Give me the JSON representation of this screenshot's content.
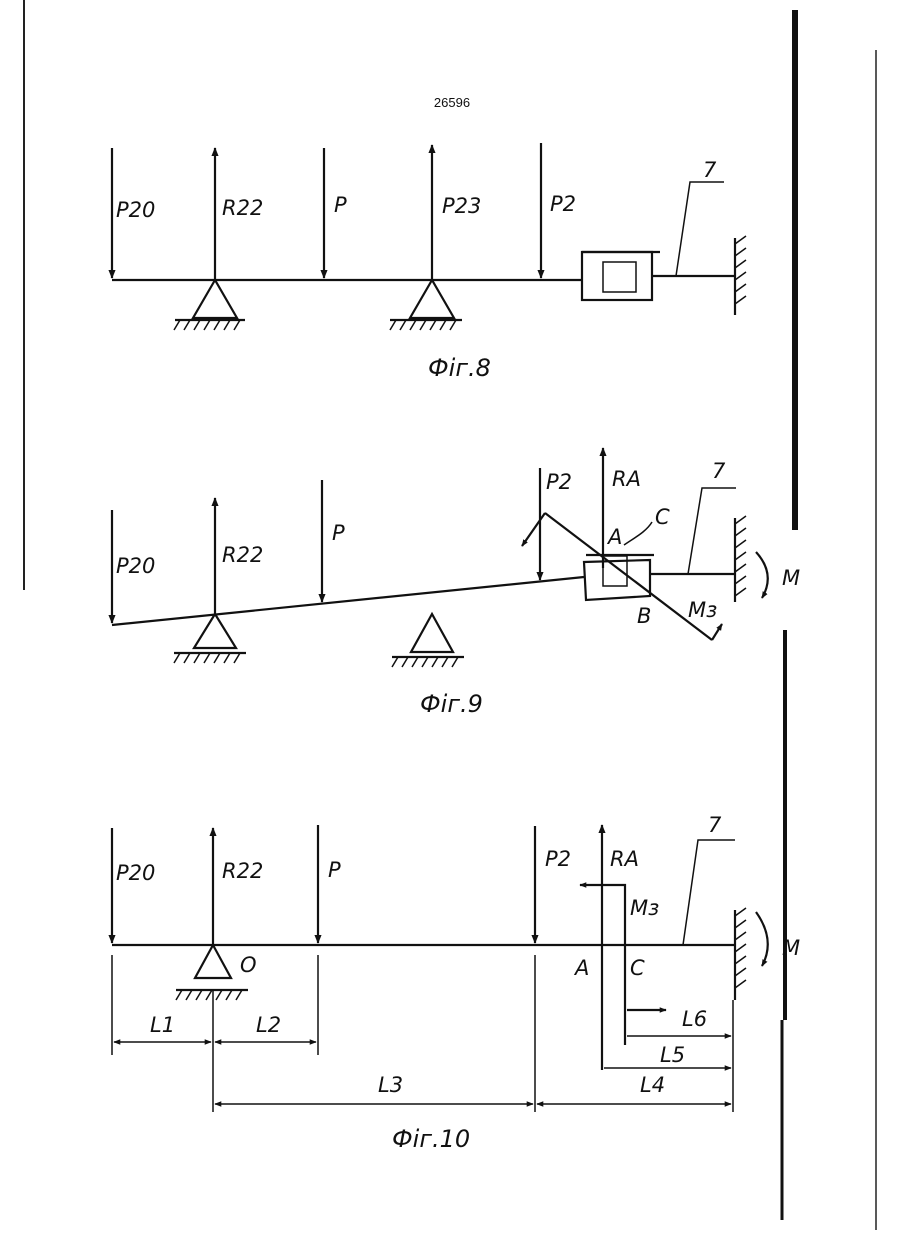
{
  "page_number": "26596",
  "fig8": {
    "caption": "Фiг.8",
    "forces": {
      "p20": "P20",
      "r22": "R22",
      "p": "P",
      "p23": "P23",
      "p2": "P2"
    },
    "leader": "7"
  },
  "fig9": {
    "caption": "Фiг.9",
    "forces": {
      "p20": "P20",
      "r22": "R22",
      "p": "P",
      "p2": "P2",
      "ra": "RA"
    },
    "points": {
      "a": "A",
      "b": "B",
      "c": "C"
    },
    "moment_m": "M",
    "moment_mz": "Mз",
    "leader": "7"
  },
  "fig10": {
    "caption": "Фiг.10",
    "forces": {
      "p20": "P20",
      "r22": "R22",
      "p": "P",
      "p2": "P2",
      "ra": "RA"
    },
    "points": {
      "o": "O",
      "a": "A",
      "c": "C"
    },
    "moment_m": "M",
    "moment_mz": "Mз",
    "leader": "7",
    "dims": {
      "l1": "L1",
      "l2": "L2",
      "l3": "L3",
      "l4": "L4",
      "l5": "L5",
      "l6": "L6"
    }
  }
}
